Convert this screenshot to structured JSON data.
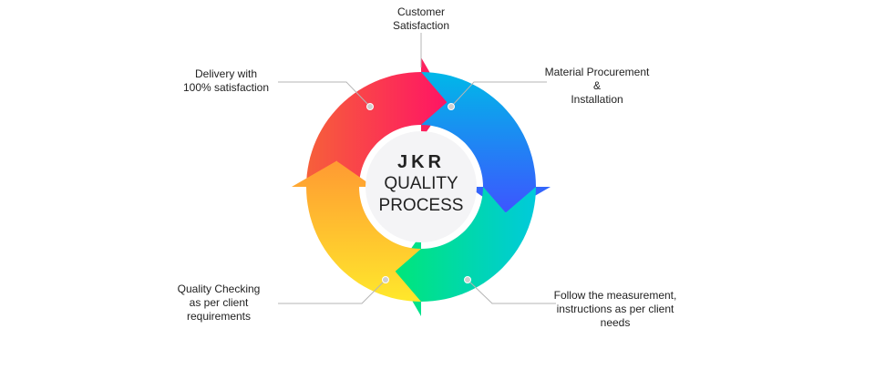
{
  "center": {
    "line1": "JKR",
    "line2": "QUALITY",
    "line3": "PROCESS"
  },
  "labels": {
    "top": [
      "Customer",
      "Satisfaction"
    ],
    "top_left": [
      "Delivery with",
      "100% satisfaction"
    ],
    "top_right": [
      "Material Procurement",
      "&",
      "Installation"
    ],
    "bottom_right": [
      "Follow the measurement,",
      "instructions as per client",
      "needs"
    ],
    "bottom_left": [
      "Quality Checking",
      "as per client",
      "requirements"
    ]
  },
  "colors": {
    "red": [
      "#f6603a",
      "#ff1464"
    ],
    "blue": [
      "#00b8e8",
      "#3d55ff"
    ],
    "green": [
      "#00cadb",
      "#00e67a"
    ],
    "yellow": [
      "#ffe82c",
      "#ff9a32"
    ],
    "leader": "#b5b5b5"
  }
}
